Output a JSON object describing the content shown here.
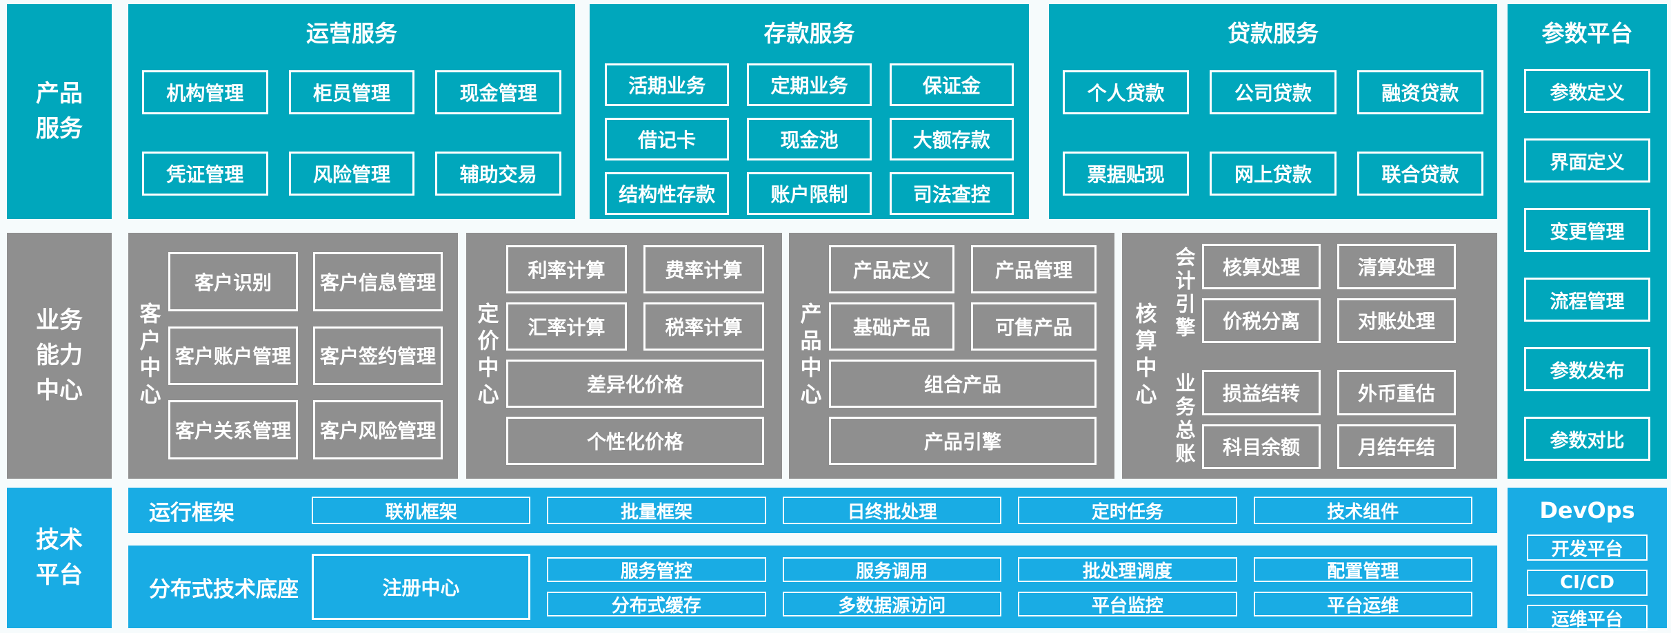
{
  "palette": {
    "teal": "#00A7BC",
    "gray": "#8F8F8F",
    "blue": "#19ACE4",
    "background": "#F6FBFC",
    "box_border": "#FFFFFF",
    "text": "#FFFFFF"
  },
  "rows": {
    "product": {
      "label": "产品\n服务",
      "sections": [
        {
          "title": "运营服务",
          "items": [
            "机构管理",
            "柜员管理",
            "现金管理",
            "凭证管理",
            "风险管理",
            "辅助交易"
          ]
        },
        {
          "title": "存款服务",
          "items": [
            "活期业务",
            "定期业务",
            "保证金",
            "借记卡",
            "现金池",
            "大额存款",
            "结构性存款",
            "账户限制",
            "司法查控"
          ]
        },
        {
          "title": "贷款服务",
          "items": [
            "个人贷款",
            "公司贷款",
            "融资贷款",
            "票据贴现",
            "网上贷款",
            "联合贷款"
          ]
        }
      ]
    },
    "business": {
      "label": "业务\n能力\n中心",
      "centers": [
        {
          "label": "客户中心",
          "items": [
            "客户识别",
            "客户信息管理",
            "客户账户管理",
            "客户签约管理",
            "客户关系管理",
            "客户风险管理"
          ]
        },
        {
          "label": "定价中心",
          "items": [
            "利率计算",
            "费率计算",
            "汇率计算",
            "税率计算"
          ],
          "wide_items": [
            "差异化价格",
            "个性化价格"
          ]
        },
        {
          "label": "产品中心",
          "items": [
            "产品定义",
            "产品管理",
            "基础产品",
            "可售产品"
          ],
          "wide_items": [
            "组合产品",
            "产品引擎"
          ]
        },
        {
          "label": "核算中心",
          "groups": [
            {
              "label": "会计引擎",
              "items": [
                "核算处理",
                "清算处理",
                "价税分离",
                "对账处理"
              ]
            },
            {
              "label": "业务总账",
              "items": [
                "损益结转",
                "外币重估",
                "科目余额",
                "月结年结"
              ]
            }
          ]
        }
      ]
    },
    "tech": {
      "label": "技术\n平台",
      "runtime": {
        "label": "运行框架",
        "items": [
          "联机框架",
          "批量框架",
          "日终批处理",
          "定时任务",
          "技术组件"
        ]
      },
      "distributed": {
        "label": "分布式技术底座",
        "registry": "注册中心",
        "top_row": [
          "服务管控",
          "服务调用",
          "批处理调度",
          "配置管理"
        ],
        "bottom_row": [
          "分布式缓存",
          "多数据源访问",
          "平台监控",
          "平台运维"
        ]
      }
    }
  },
  "right_column": {
    "param_platform": {
      "title": "参数平台",
      "items": [
        "参数定义",
        "界面定义",
        "变更管理",
        "流程管理",
        "参数发布",
        "参数对比"
      ]
    },
    "devops": {
      "title": "DevOps",
      "items": [
        "开发平台",
        "CI/CD",
        "运维平台"
      ]
    }
  }
}
